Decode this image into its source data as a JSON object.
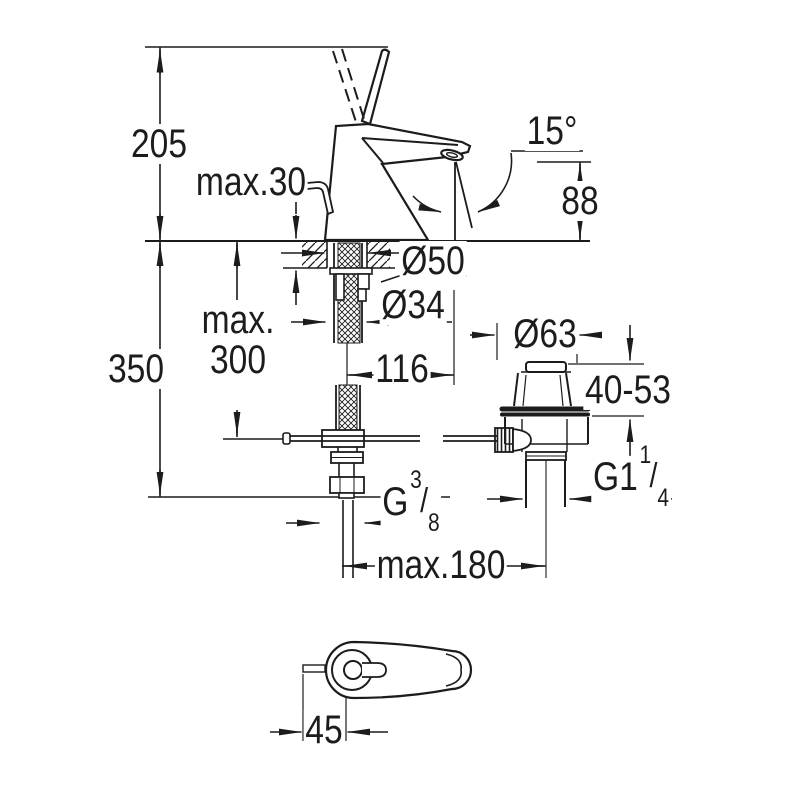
{
  "title": "Basin mixer technical dimension drawing",
  "colors": {
    "line": "#1c1c1c",
    "background": "#ffffff"
  },
  "labels": {
    "height_above": "205",
    "deck_thickness": "max.30",
    "spout_height": "88",
    "swivel_angle": "15°",
    "base_diameter": "Ø50",
    "hole_diameter": "Ø34",
    "spout_reach": "116",
    "hose_length_line1": "max.",
    "hose_length_line2": "300",
    "height_below": "350",
    "waste_diameter": "Ø63",
    "waste_range": "40-53",
    "waste_thread_prefix": "G1",
    "waste_thread_num": "1",
    "waste_thread_slash": "/",
    "waste_thread_den": "4",
    "supply_thread_prefix": "G",
    "supply_thread_num": "3",
    "supply_thread_slash": "/",
    "supply_thread_den": "8",
    "center_distance": "max.180",
    "lever_length": "45"
  }
}
